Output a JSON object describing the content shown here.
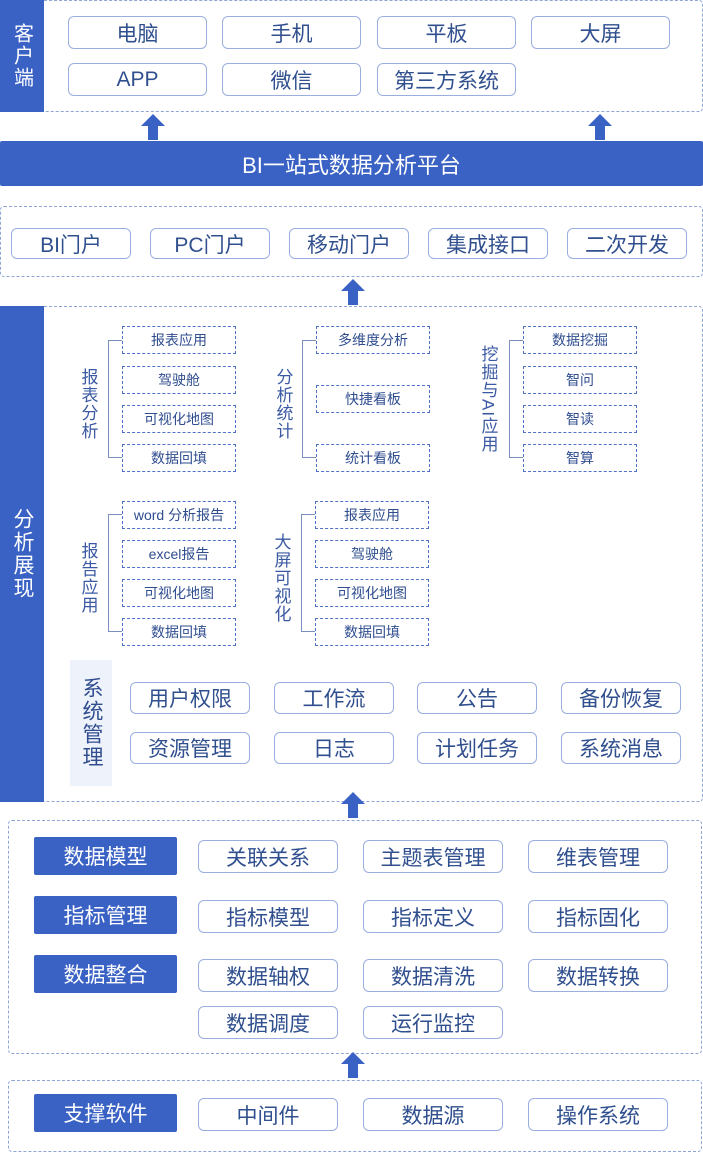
{
  "client": {
    "label": "客户端",
    "items": [
      "电脑",
      "手机",
      "平板",
      "大屏",
      "APP",
      "微信",
      "第三方系统"
    ]
  },
  "platform_title": "BI一站式数据分析平台",
  "portals": [
    "BI门户",
    "PC门户",
    "移动门户",
    "集成接口",
    "二次开发"
  ],
  "analysis": {
    "label": "分析展现",
    "groups": [
      {
        "label": "报表分析",
        "items": [
          "报表应用",
          "驾驶舱",
          "可视化地图",
          "数据回填"
        ]
      },
      {
        "label": "分析统计",
        "items": [
          "多维度分析",
          "快捷看板",
          "统计看板"
        ]
      },
      {
        "label": "挖掘与AI应用",
        "items": [
          "数据挖掘",
          "智问",
          "智读",
          "智算"
        ]
      },
      {
        "label": "报告应用",
        "items": [
          "word 分析报告",
          "excel报告",
          "可视化地图",
          "数据回填"
        ]
      },
      {
        "label": "大屏可视化",
        "items": [
          "报表应用",
          "驾驶舱",
          "可视化地图",
          "数据回填"
        ]
      }
    ],
    "system": {
      "label": "系统管理",
      "items": [
        "用户权限",
        "工作流",
        "公告",
        "备份恢复",
        "资源管理",
        "日志",
        "计划任务",
        "系统消息"
      ]
    }
  },
  "data_layer": {
    "rows": [
      {
        "label": "数据模型",
        "items": [
          "关联关系",
          "主题表管理",
          "维表管理"
        ]
      },
      {
        "label": "指标管理",
        "items": [
          "指标模型",
          "指标定义",
          "指标固化"
        ]
      },
      {
        "label": "数据整合",
        "items": [
          "数据轴权",
          "数据清洗",
          "数据转换",
          "数据调度",
          "运行监控"
        ]
      }
    ]
  },
  "support": {
    "label": "支撑软件",
    "items": [
      "中间件",
      "数据源",
      "操作系统"
    ]
  },
  "colors": {
    "primary": "#3a62c4",
    "border": "#8ea5d6",
    "text": "#2f4d8f",
    "system_bg": "#eef2fa"
  },
  "icons": {
    "arrow": "up-arrow-icon"
  }
}
